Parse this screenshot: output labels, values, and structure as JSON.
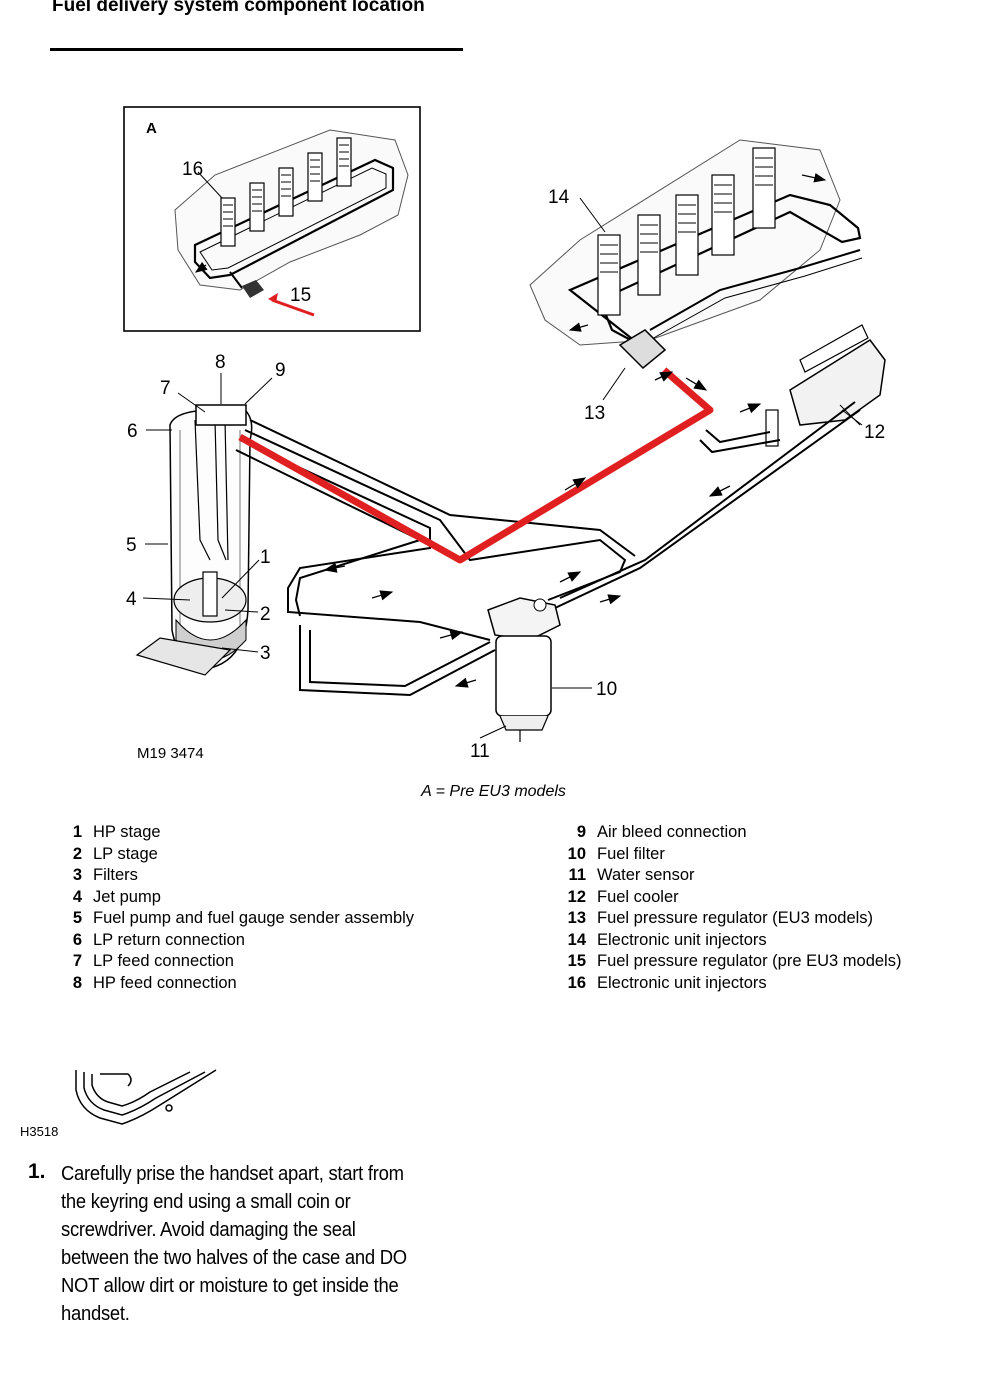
{
  "section": {
    "title": "Fuel delivery system component location"
  },
  "diagram": {
    "inset_label": "A",
    "figure_ref": "M19 3474",
    "caption": "A = Pre EU3 models",
    "callouts": [
      "1",
      "2",
      "3",
      "4",
      "5",
      "6",
      "7",
      "8",
      "9",
      "10",
      "11",
      "12",
      "13",
      "14",
      "15",
      "16"
    ],
    "highlight_color": "#e02020"
  },
  "legend": {
    "left": [
      {
        "num": "1",
        "text": "HP stage"
      },
      {
        "num": "2",
        "text": "LP stage"
      },
      {
        "num": "3",
        "text": "Filters"
      },
      {
        "num": "4",
        "text": "Jet pump"
      },
      {
        "num": "5",
        "text": "Fuel pump and fuel gauge sender assembly"
      },
      {
        "num": "6",
        "text": "LP return connection"
      },
      {
        "num": "7",
        "text": "LP feed connection"
      },
      {
        "num": "8",
        "text": "HP feed connection"
      }
    ],
    "right": [
      {
        "num": "9",
        "text": "Air bleed connection"
      },
      {
        "num": "10",
        "text": "Fuel filter"
      },
      {
        "num": "11",
        "text": "Water sensor"
      },
      {
        "num": "12",
        "text": "Fuel cooler"
      },
      {
        "num": "13",
        "text": "Fuel pressure regulator (EU3 models)"
      },
      {
        "num": "14",
        "text": "Electronic unit injectors"
      },
      {
        "num": "15",
        "text": "Fuel pressure regulator (pre EU3 models)"
      },
      {
        "num": "16",
        "text": "Electronic unit injectors"
      }
    ]
  },
  "second_figure": {
    "ref": "H3518"
  },
  "instruction": {
    "number": "1.",
    "text": "Carefully prise the handset apart, start from the keyring end using a small coin or screwdriver. Avoid damaging the seal between the two halves of the case and DO NOT allow dirt or moisture to get inside the handset."
  }
}
